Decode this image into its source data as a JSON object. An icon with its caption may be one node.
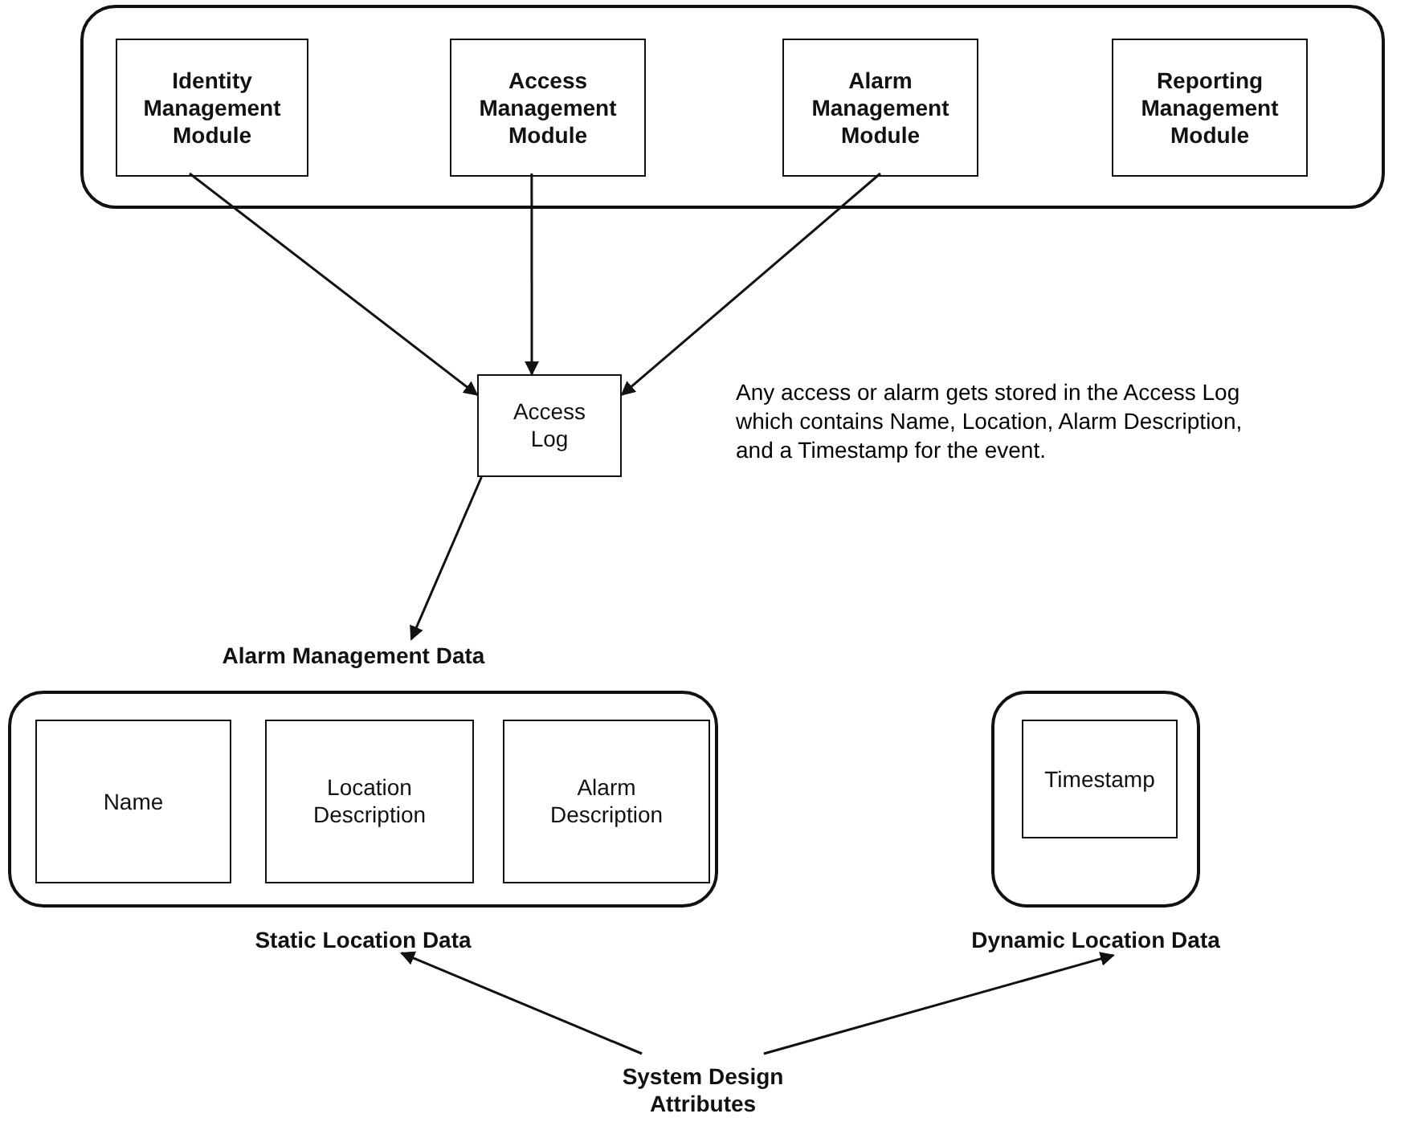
{
  "diagram": {
    "nodes": [
      {
        "text": [],
        "shape": "box"
      },
      {
        "text": [
          "Identity Management Module"
        ],
        "in": 0
      },
      {
        "text": [
          "Access Management Module"
        ],
        "in": 0
      },
      {
        "text": [
          "Alarm Management Module"
        ],
        "in": 0
      },
      {
        "text": [
          "Reporting Management Module"
        ],
        "in": 0
      },
      {
        "text": [
          "Access Log"
        ]
      },
      {
        "text": [
          "Alarm Management Data"
        ]
      },
      {
        "text": [
          "Static Location Data"
        ]
      },
      {
        "text": [
          "Name"
        ],
        "in": 7
      },
      {
        "text": [
          "Location Description"
        ],
        "in": 7
      },
      {
        "text": [
          "Alarm Description"
        ],
        "in": 7
      },
      {
        "text": [
          "Dynamic Location Data"
        ]
      },
      {
        "text": [
          "Timestamp"
        ],
        "in": 11
      },
      {
        "text": [
          "System Design Attributes"
        ]
      }
    ],
    "edges": [
      {
        "from": 1,
        "to": 5,
        "arrow": "to"
      },
      {
        "from": 2,
        "to": 5,
        "arrow": "to"
      },
      {
        "from": 3,
        "to": 5,
        "arrow": "to"
      },
      {
        "from": 5,
        "to": 6,
        "arrow": "to"
      },
      {
        "from": 13,
        "to": 7,
        "arrow": "to"
      },
      {
        "from": 13,
        "to": 11,
        "arrow": "to"
      }
    ],
    "labels": [
      "Any access or alarm gets stored in the Access Log which contains Name, Location, Alarm Description, and a Timestamp for the event."
    ]
  }
}
